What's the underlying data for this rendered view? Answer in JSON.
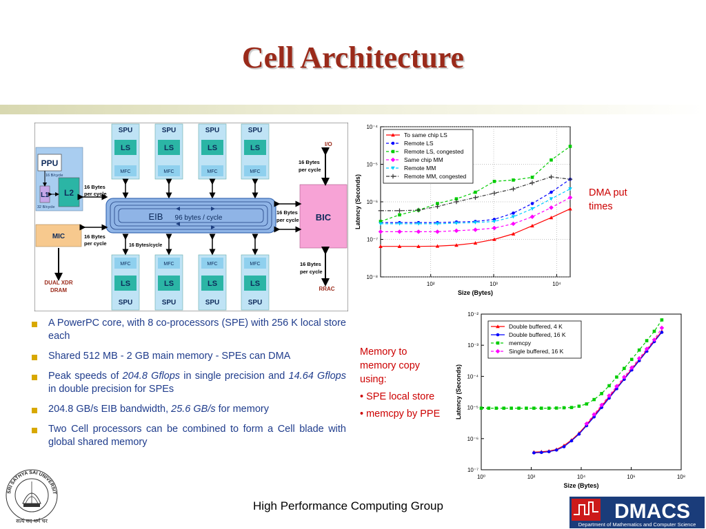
{
  "slide": {
    "title": "Cell Architecture",
    "footer": "High Performance Computing Group"
  },
  "diagram": {
    "spu_label": "SPU",
    "ls_label": "LS",
    "mfc_label": "MFC",
    "ppu_label": "PPU",
    "l1_label": "L1",
    "l2_label": "L2",
    "ppu_bus1": "16 B/cycle",
    "ppu_bus2": "32 B/cycle",
    "eib_label": "EIB",
    "eib_rate": "96 bytes / cycle",
    "mic_label": "MIC",
    "bic_label": "BIC",
    "io_label": "I/O",
    "rrac_label": "RRAC",
    "dram_line1": "DUAL XDR",
    "dram_line2": "DRAM",
    "rate_16_line1": "16 Bytes",
    "rate_16_line2": "per cycle",
    "rate_16_cycle": "16 Bytes/cycle"
  },
  "bullets": [
    {
      "text": "A PowerPC core, with 8 co-processors (SPE) with 256 K local store each"
    },
    {
      "text": "Shared 512 MB - 2 GB main memory - SPEs can DMA"
    },
    {
      "pre": "Peak speeds of ",
      "em1": "204.8 Gflops",
      "mid": " in single precision and ",
      "em2": "14.64 Gflops",
      "post": " in double precision for SPEs"
    },
    {
      "pre": "204.8 GB/s EIB bandwidth, ",
      "em1": "25.6 GB/s",
      "post": " for memory"
    },
    {
      "text": "Two Cell processors can be combined to form a Cell blade with global shared memory"
    }
  ],
  "annotations": {
    "dma_line1": "DMA put",
    "dma_line2": "times",
    "memcpy_line1": "Memory to",
    "memcpy_line2": "memory copy",
    "memcpy_line3": "using:",
    "memcpy_item1": "• SPE local store",
    "memcpy_item2": "• memcpy by PPE"
  },
  "logos": {
    "dmacs_text": "DMACS",
    "dmacs_subtitle": "Department of Mathematics and Computer Science",
    "ssu_ring_text": "SRI SATHYA SAI UNIVERSITY",
    "ssu_motto": "सत्यं वद धर्मं चर"
  },
  "colors": {
    "title": "#9a2a1a",
    "bullet_text": "#1f3c8c",
    "bullet_marker": "#d8a800",
    "annotation": "#cc0000",
    "spe_box": "#bfe3f5",
    "ls_box": "#2bb5a5",
    "eib": "#8fb4e6",
    "bic": "#f7a3d6",
    "mic": "#f7c98e",
    "ppu_box": "#a9cdf0"
  },
  "chart_data": [
    {
      "type": "line",
      "xlabel": "Size (Bytes)",
      "ylabel": "Latency (Seconds)",
      "xscale": "log",
      "yscale": "log",
      "xlim": [
        16,
        16384
      ],
      "ylim": [
        1e-08,
        0.0001
      ],
      "x_ticks": [
        100,
        1000,
        10000
      ],
      "x_tick_labels": [
        "10²",
        "10³",
        "10⁴"
      ],
      "y_ticks": [
        1e-08,
        1e-07,
        1e-06,
        1e-05,
        0.0001
      ],
      "y_tick_labels": [
        "10⁻⁸",
        "10⁻⁷",
        "10⁻⁶",
        "10⁻⁵",
        "10⁻⁴"
      ],
      "grid": true,
      "legend_position": "top-left",
      "x": [
        16,
        32,
        64,
        128,
        256,
        512,
        1024,
        2048,
        4096,
        8192,
        16384
      ],
      "series": [
        {
          "name": "To same chip LS",
          "color": "#ff0000",
          "marker": "triangle",
          "dash": "solid",
          "values": [
            6.5e-08,
            6.5e-08,
            6.5e-08,
            6.6e-08,
            7e-08,
            8e-08,
            1e-07,
            1.4e-07,
            2.3e-07,
            3.8e-07,
            6.5e-07
          ]
        },
        {
          "name": "Remote LS",
          "color": "#0000ff",
          "marker": "circle",
          "dash": "dashed",
          "values": [
            2.8e-07,
            2.8e-07,
            2.8e-07,
            2.8e-07,
            2.9e-07,
            3e-07,
            3.4e-07,
            5e-07,
            9e-07,
            1.8e-06,
            4e-06
          ]
        },
        {
          "name": "Remote LS, congested",
          "color": "#00cc00",
          "marker": "square",
          "dash": "dashed",
          "values": [
            3e-07,
            4.5e-07,
            6e-07,
            9e-07,
            1.2e-06,
            1.8e-06,
            3.5e-06,
            3.8e-06,
            4.5e-06,
            1.3e-05,
            3e-05
          ]
        },
        {
          "name": "Same chip MM",
          "color": "#ff00ff",
          "marker": "diamond",
          "dash": "dashed",
          "values": [
            1.6e-07,
            1.6e-07,
            1.6e-07,
            1.6e-07,
            1.7e-07,
            1.8e-07,
            2e-07,
            2.6e-07,
            4e-07,
            7e-07,
            1.3e-06
          ]
        },
        {
          "name": "Remote MM",
          "color": "#00ccff",
          "marker": "triangle-down",
          "dash": "dashed",
          "values": [
            2.6e-07,
            2.6e-07,
            2.6e-07,
            2.6e-07,
            2.7e-07,
            2.8e-07,
            3e-07,
            4e-07,
            6.5e-07,
            1.2e-06,
            2.2e-06
          ]
        },
        {
          "name": "Remote MM, congested",
          "color": "#333333",
          "marker": "plus",
          "dash": "dashdot",
          "values": [
            5.8e-07,
            5.8e-07,
            6e-07,
            7.5e-07,
            1e-06,
            1.3e-06,
            1.7e-06,
            2.2e-06,
            3.2e-06,
            4.6e-06,
            4e-06
          ]
        }
      ]
    },
    {
      "type": "line",
      "xlabel": "Size (Bytes)",
      "ylabel": "Latency (Seconds)",
      "xscale": "log",
      "yscale": "log",
      "xlim": [
        1,
        100000000
      ],
      "ylim": [
        1e-07,
        0.01
      ],
      "x_ticks": [
        1,
        100,
        10000,
        1000000,
        100000000
      ],
      "x_tick_labels": [
        "10⁰",
        "10²",
        "10⁴",
        "10⁶",
        "10⁸"
      ],
      "y_ticks": [
        1e-07,
        1e-06,
        1e-05,
        0.0001,
        0.001,
        0.01
      ],
      "y_tick_labels": [
        "10⁻⁷",
        "10⁻⁶",
        "10⁻⁵",
        "10⁻⁴",
        "10⁻³",
        "10⁻²"
      ],
      "grid": false,
      "legend_position": "top-left",
      "series": [
        {
          "name": "Double buffered, 4 K",
          "color": "#ff0000",
          "marker": "triangle",
          "dash": "solid",
          "x": [
            128,
            256,
            512,
            1024,
            2048,
            4096,
            8192,
            16384,
            32768,
            65536,
            131072,
            262144,
            524288,
            1048576,
            2097152,
            4194304,
            8388608,
            16777216
          ],
          "values": [
            3.7e-07,
            3.8e-07,
            4e-07,
            4.5e-07,
            6e-07,
            9e-07,
            1.5e-06,
            2.8e-06,
            5.5e-06,
            1.1e-05,
            2.2e-05,
            4.3e-05,
            8.5e-05,
            0.00017,
            0.00034,
            0.00068,
            0.0014,
            0.0028
          ]
        },
        {
          "name": "Double buffered, 16 K",
          "color": "#0000ff",
          "marker": "circle",
          "dash": "solid",
          "x": [
            128,
            256,
            512,
            1024,
            2048,
            4096,
            8192,
            16384,
            32768,
            65536,
            131072,
            262144,
            524288,
            1048576,
            2097152,
            4194304,
            8388608,
            16777216
          ],
          "values": [
            3.5e-07,
            3.6e-07,
            3.8e-07,
            4.3e-07,
            5.5e-07,
            8.5e-07,
            1.4e-06,
            2.6e-06,
            5e-06,
            1e-05,
            2e-05,
            4e-05,
            8e-05,
            0.00016,
            0.00032,
            0.00064,
            0.0013,
            0.0026
          ]
        },
        {
          "name": "memcpy",
          "color": "#00cc00",
          "marker": "square",
          "dash": "dashed",
          "x": [
            1,
            2,
            4,
            8,
            16,
            32,
            64,
            128,
            256,
            512,
            1024,
            2048,
            4096,
            8192,
            16384,
            32768,
            65536,
            131072,
            262144,
            524288,
            1048576,
            2097152,
            4194304,
            8388608,
            16777216
          ],
          "values": [
            9.5e-06,
            9.5e-06,
            9.5e-06,
            9.5e-06,
            9.5e-06,
            9.5e-06,
            9.5e-06,
            9.5e-06,
            9.5e-06,
            9.5e-06,
            9.6e-06,
            9.8e-06,
            1e-05,
            1.1e-05,
            1.3e-05,
            1.8e-05,
            2.8e-05,
            5e-05,
            9.5e-05,
            0.00018,
            0.00035,
            0.0007,
            0.0014,
            0.0028,
            0.0065
          ]
        },
        {
          "name": "Single buffered, 16 K",
          "color": "#ff00ff",
          "marker": "diamond",
          "dash": "dashed",
          "x": [
            16384,
            32768,
            65536,
            131072,
            262144,
            524288,
            1048576,
            2097152,
            4194304,
            8388608,
            16777216
          ],
          "values": [
            3e-06,
            6e-06,
            1.2e-05,
            2.4e-05,
            4.8e-05,
            9.5e-05,
            0.00019,
            0.00038,
            0.00076,
            0.0015,
            0.0036
          ]
        }
      ]
    }
  ]
}
